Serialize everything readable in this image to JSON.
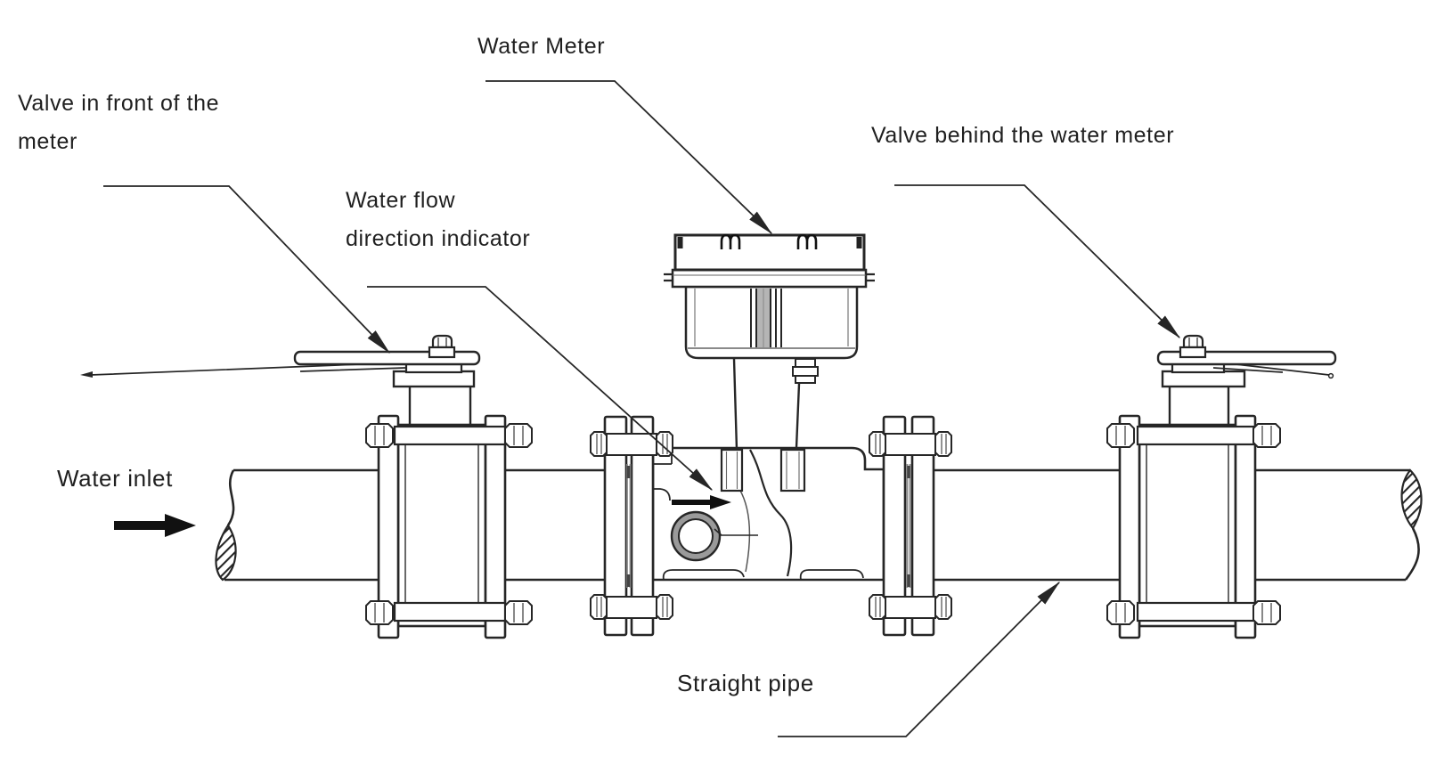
{
  "labels": {
    "water_meter": "Water Meter",
    "valve_front": "Valve in front of the\nmeter",
    "flow_indicator": "Water flow\ndirection indicator",
    "valve_behind": "Valve behind the water meter",
    "water_inlet": "Water inlet",
    "straight_pipe": "Straight pipe"
  },
  "arrows": {
    "water_inlet_direction": "right",
    "flow_indicator_direction": "right"
  },
  "colors": {
    "ink": "#262626",
    "text": "#1f1f1f",
    "background": "#ffffff",
    "gasket_gray": "#8a8a8a",
    "rim_gray": "#9a9a9a"
  }
}
